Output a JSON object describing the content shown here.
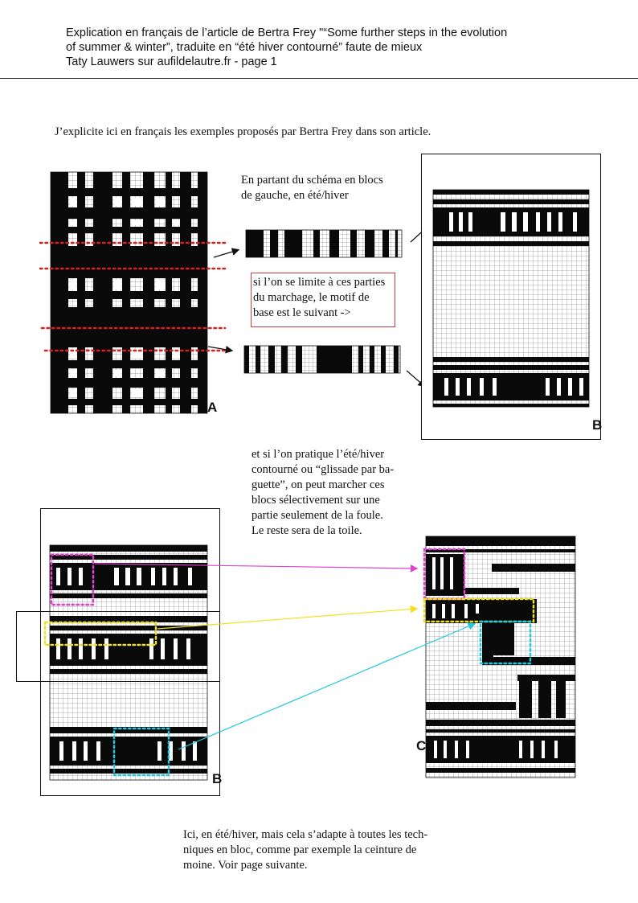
{
  "header": {
    "line1": "Explication en français de l’article de Bertra Frey \"“Some further steps in the evolution",
    "line2": "of summer & winter”, traduite en “été hiver contourné”  faute de mieux",
    "line3": "Taty Lauwers sur aufildelautre.fr  - page 1"
  },
  "intro": "J’explicite ici en français les exemples proposés par Bertra Frey dans son article.",
  "section1": {
    "text_line1": "En partant du schéma en blocs",
    "text_line2": "de gauche, en été/hiver",
    "boxed_line1": "si l’on se limite à ces parties",
    "boxed_line2": "du marchage, le motif de",
    "boxed_line3": "base est le suivant ->",
    "label_a": "A",
    "label_b": "B"
  },
  "section2": {
    "line1": "et si l’on pratique l’été/hiver",
    "line2": "contourné ou “glissade par ba-",
    "line3": "guette”, on peut marcher ces",
    "line4": "blocs sélectivement sur une",
    "line5": "partie seulement de la foule.",
    "line6": "Le reste sera de la toile.",
    "label_b": "B",
    "label_c": "C"
  },
  "closing": {
    "line1": "Ici, en été/hiver, mais cela s’adapte à toutes les tech-",
    "line2": "niques en bloc, comme par exemple la ceinture de",
    "line3": "moine. Voir page suivante."
  },
  "colors": {
    "dotted_red": "#d42020",
    "magenta": "#e040d0",
    "yellow": "#f0e020",
    "cyan": "#20c8e0",
    "box_red": "#d23a3a"
  }
}
